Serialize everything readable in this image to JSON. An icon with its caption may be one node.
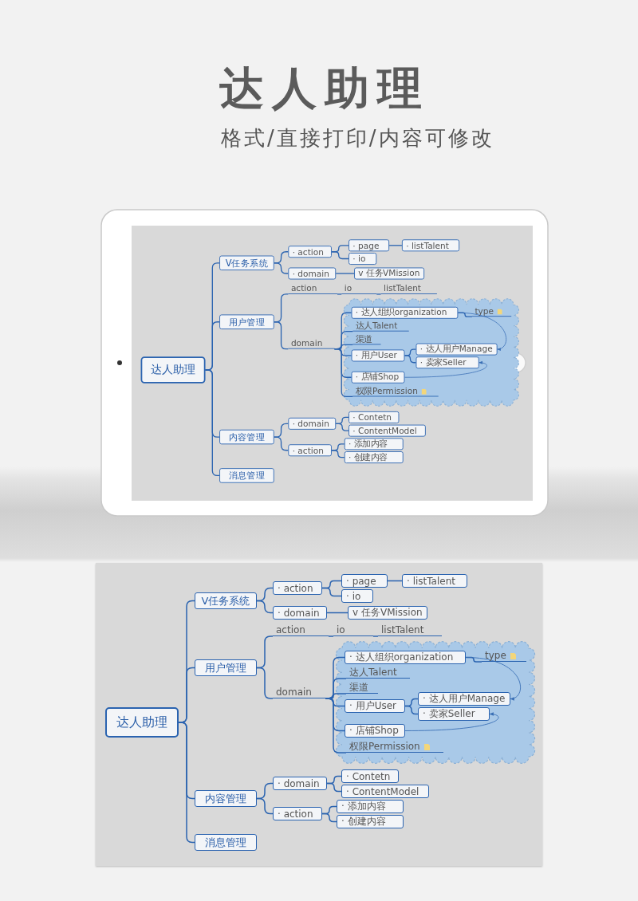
{
  "diagram": {
    "title": "达人助理",
    "nodes": [
      {
        "text": [
          "达人助理"
        ]
      },
      {
        "text": [
          "V任务系统"
        ]
      },
      {
        "text": [
          "用户管理"
        ]
      },
      {
        "text": [
          "内容管理"
        ]
      },
      {
        "text": [
          "消息管理"
        ]
      },
      {
        "text": [
          "· action"
        ]
      },
      {
        "text": [
          "· domain"
        ]
      },
      {
        "text": [
          "· page"
        ]
      },
      {
        "text": [
          "· io"
        ]
      },
      {
        "text": [
          "· listTalent"
        ]
      },
      {
        "text": [
          "v 任务VMission"
        ]
      },
      {
        "text": [
          "action"
        ]
      },
      {
        "text": [
          "io"
        ]
      },
      {
        "text": [
          "listTalent"
        ]
      },
      {
        "text": [
          "domain"
        ]
      },
      {
        "text": [],
        "shape": "cloud"
      },
      {
        "text": [
          "· 达人组织organization"
        ],
        "in": 15
      },
      {
        "text": [
          "type"
        ],
        "in": 15
      },
      {
        "text": [
          "达人Talent"
        ],
        "in": 15
      },
      {
        "text": [
          "渠道"
        ],
        "in": 15
      },
      {
        "text": [
          "· 用户User"
        ],
        "in": 15
      },
      {
        "text": [
          "· 达人用户Manage"
        ],
        "in": 15
      },
      {
        "text": [
          "· 卖家Seller"
        ],
        "in": 15
      },
      {
        "text": [
          "· 店铺Shop"
        ],
        "in": 15
      },
      {
        "text": [
          "权限Permission"
        ],
        "in": 15
      },
      {
        "text": [
          "· domain"
        ]
      },
      {
        "text": [
          "· action"
        ]
      },
      {
        "text": [
          "· Contetn"
        ]
      },
      {
        "text": [
          "· ContentModel"
        ]
      },
      {
        "text": [
          "· 添加内容"
        ]
      },
      {
        "text": [
          "· 创建内容"
        ]
      },
      {
        "text": [
          "达人助理"
        ]
      },
      {
        "text": [
          "V任务系统"
        ]
      },
      {
        "text": [
          "用户管理"
        ]
      },
      {
        "text": [
          "内容管理"
        ]
      },
      {
        "text": [
          "消息管理"
        ]
      },
      {
        "text": [
          "· action"
        ]
      },
      {
        "text": [
          "· domain"
        ]
      },
      {
        "text": [
          "· page"
        ]
      },
      {
        "text": [
          "· io"
        ]
      },
      {
        "text": [
          "· listTalent"
        ]
      },
      {
        "text": [
          "v 任务VMission"
        ]
      },
      {
        "text": [
          "action"
        ]
      },
      {
        "text": [
          "io"
        ]
      },
      {
        "text": [
          "listTalent"
        ]
      },
      {
        "text": [
          "domain"
        ]
      },
      {
        "text": [],
        "shape": "cloud"
      },
      {
        "text": [
          "· 达人组织organization"
        ],
        "in": 46
      },
      {
        "text": [
          "type"
        ],
        "in": 46
      },
      {
        "text": [
          "达人Talent"
        ],
        "in": 46
      },
      {
        "text": [
          "渠道"
        ],
        "in": 46
      },
      {
        "text": [
          "· 用户User"
        ],
        "in": 46
      },
      {
        "text": [
          "· 达人用户Manage"
        ],
        "in": 46
      },
      {
        "text": [
          "· 卖家Seller"
        ],
        "in": 46
      },
      {
        "text": [
          "· 店铺Shop"
        ],
        "in": 46
      },
      {
        "text": [
          "权限Permission"
        ],
        "in": 46
      },
      {
        "text": [
          "· domain"
        ]
      },
      {
        "text": [
          "· action"
        ]
      },
      {
        "text": [
          "· Contetn"
        ]
      },
      {
        "text": [
          "· ContentModel"
        ]
      },
      {
        "text": [
          "· 添加内容"
        ]
      },
      {
        "text": [
          "· 创建内容"
        ]
      }
    ],
    "edges": [
      {
        "from": 0,
        "to": 1,
        "arrow": "none"
      },
      {
        "from": 0,
        "to": 2,
        "arrow": "none"
      },
      {
        "from": 0,
        "to": 3,
        "arrow": "none"
      },
      {
        "from": 0,
        "to": 4,
        "arrow": "none"
      },
      {
        "from": 1,
        "to": 5,
        "arrow": "none"
      },
      {
        "from": 1,
        "to": 6,
        "arrow": "none"
      },
      {
        "from": 5,
        "to": 7,
        "arrow": "none"
      },
      {
        "from": 5,
        "to": 8,
        "arrow": "none"
      },
      {
        "from": 7,
        "to": 9,
        "arrow": "none"
      },
      {
        "from": 6,
        "to": 10,
        "arrow": "none"
      },
      {
        "from": 2,
        "to": 11,
        "arrow": "none"
      },
      {
        "from": 11,
        "to": 12,
        "arrow": "none"
      },
      {
        "from": 12,
        "to": 13,
        "arrow": "none"
      },
      {
        "from": 2,
        "to": 14,
        "arrow": "none"
      },
      {
        "from": 14,
        "to": 16,
        "arrow": "none"
      },
      {
        "from": 14,
        "to": 18,
        "arrow": "none"
      },
      {
        "from": 14,
        "to": 19,
        "arrow": "none"
      },
      {
        "from": 14,
        "to": 20,
        "arrow": "none"
      },
      {
        "from": 14,
        "to": 23,
        "arrow": "none"
      },
      {
        "from": 14,
        "to": 24,
        "arrow": "none"
      },
      {
        "from": 16,
        "to": 17,
        "arrow": "none"
      },
      {
        "from": 20,
        "to": 21,
        "arrow": "none"
      },
      {
        "from": 20,
        "to": 22,
        "arrow": "none"
      },
      {
        "from": 16,
        "to": 21,
        "arrow": "to"
      },
      {
        "from": 23,
        "to": 22,
        "arrow": "to"
      },
      {
        "from": 3,
        "to": 25,
        "arrow": "none"
      },
      {
        "from": 3,
        "to": 26,
        "arrow": "none"
      },
      {
        "from": 25,
        "to": 27,
        "arrow": "none"
      },
      {
        "from": 25,
        "to": 28,
        "arrow": "none"
      },
      {
        "from": 26,
        "to": 29,
        "arrow": "none"
      },
      {
        "from": 26,
        "to": 30,
        "arrow": "none"
      },
      {
        "from": 31,
        "to": 32,
        "arrow": "none"
      },
      {
        "from": 31,
        "to": 33,
        "arrow": "none"
      },
      {
        "from": 31,
        "to": 34,
        "arrow": "none"
      },
      {
        "from": 31,
        "to": 35,
        "arrow": "none"
      },
      {
        "from": 32,
        "to": 36,
        "arrow": "none"
      },
      {
        "from": 32,
        "to": 37,
        "arrow": "none"
      },
      {
        "from": 36,
        "to": 38,
        "arrow": "none"
      },
      {
        "from": 36,
        "to": 39,
        "arrow": "none"
      },
      {
        "from": 38,
        "to": 40,
        "arrow": "none"
      },
      {
        "from": 37,
        "to": 41,
        "arrow": "none"
      },
      {
        "from": 33,
        "to": 42,
        "arrow": "none"
      },
      {
        "from": 42,
        "to": 43,
        "arrow": "none"
      },
      {
        "from": 43,
        "to": 44,
        "arrow": "none"
      },
      {
        "from": 33,
        "to": 45,
        "arrow": "none"
      },
      {
        "from": 45,
        "to": 47,
        "arrow": "none"
      },
      {
        "from": 45,
        "to": 49,
        "arrow": "none"
      },
      {
        "from": 45,
        "to": 50,
        "arrow": "none"
      },
      {
        "from": 45,
        "to": 51,
        "arrow": "none"
      },
      {
        "from": 45,
        "to": 54,
        "arrow": "none"
      },
      {
        "from": 45,
        "to": 55,
        "arrow": "none"
      },
      {
        "from": 47,
        "to": 48,
        "arrow": "none"
      },
      {
        "from": 51,
        "to": 52,
        "arrow": "none"
      },
      {
        "from": 51,
        "to": 53,
        "arrow": "none"
      },
      {
        "from": 47,
        "to": 52,
        "arrow": "to"
      },
      {
        "from": 54,
        "to": 53,
        "arrow": "to"
      },
      {
        "from": 34,
        "to": 56,
        "arrow": "none"
      },
      {
        "from": 34,
        "to": 57,
        "arrow": "none"
      },
      {
        "from": 56,
        "to": 58,
        "arrow": "none"
      },
      {
        "from": 56,
        "to": 59,
        "arrow": "none"
      },
      {
        "from": 57,
        "to": 60,
        "arrow": "none"
      },
      {
        "from": 57,
        "to": 61,
        "arrow": "none"
      }
    ],
    "labels": [
      "格式/直接打印/内容可修改"
    ]
  }
}
